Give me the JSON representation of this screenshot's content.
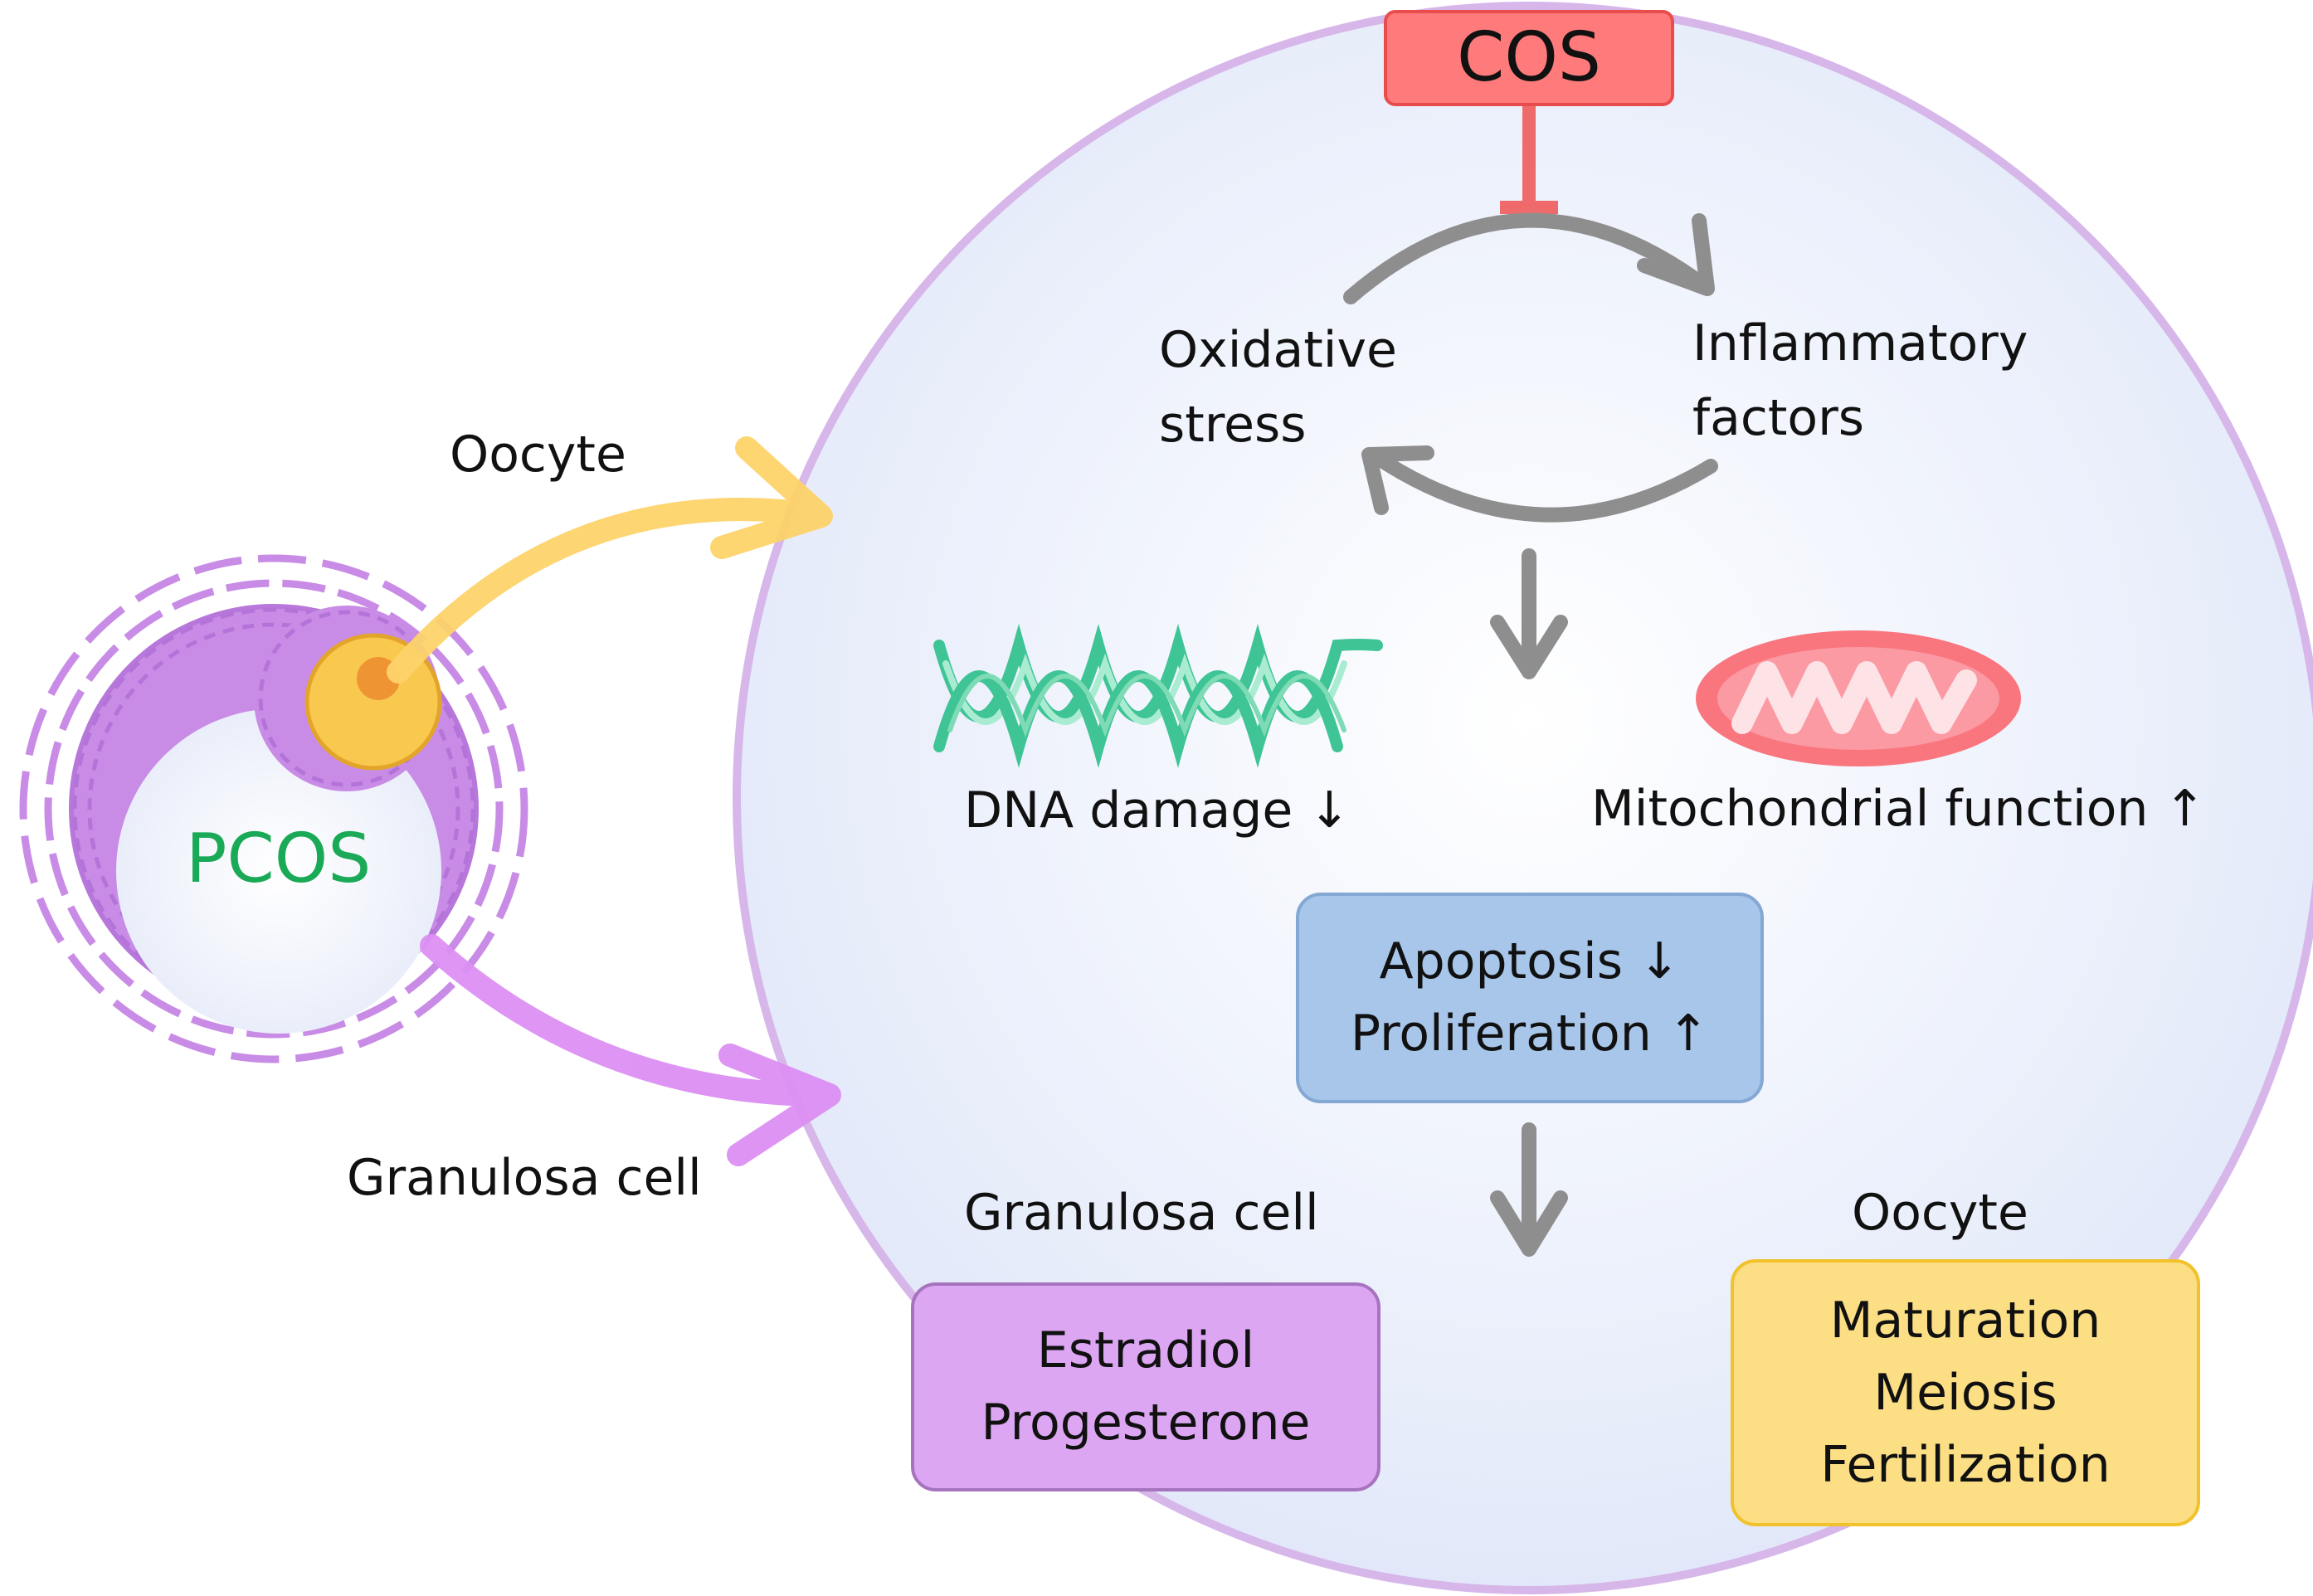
{
  "labels": {
    "cos": "COS",
    "oxidative_stress_line1": "Oxidative",
    "oxidative_stress_line2": "stress",
    "inflammatory_line1": "Inflammatory",
    "inflammatory_line2": "factors",
    "oocyte_top": "Oocyte",
    "pcos": "PCOS",
    "granulosa_left": "Granulosa cell",
    "dna_damage": "DNA damage  ↓",
    "mitochondrial_function": "Mitochondrial function  ↑",
    "granulosa_bottom": "Granulosa cell",
    "oocyte_bottom": "Oocyte"
  },
  "boxes": {
    "apoptosis_line1": "Apoptosis  ↓",
    "apoptosis_line2": "Proliferation  ↑",
    "estradiol_line1": "Estradiol",
    "estradiol_line2": "Progesterone",
    "maturation_line1": "Maturation",
    "maturation_line2": "Meiosis",
    "maturation_line3": "Fertilization"
  },
  "colors": {
    "cell_fill": "#e6ebfa",
    "cell_border": "#d7b6ea",
    "gray_arrow": "#8e8e8e",
    "inhibit": "#ef6b6b",
    "oocyte_arrow": "#fdd36a",
    "granulosa_arrow": "#dc8ff3",
    "follicle": "#c98ce6",
    "dna": "#4fcf9f",
    "mitochondria": "#f9767f",
    "pcos_text": "#1aaa57"
  }
}
